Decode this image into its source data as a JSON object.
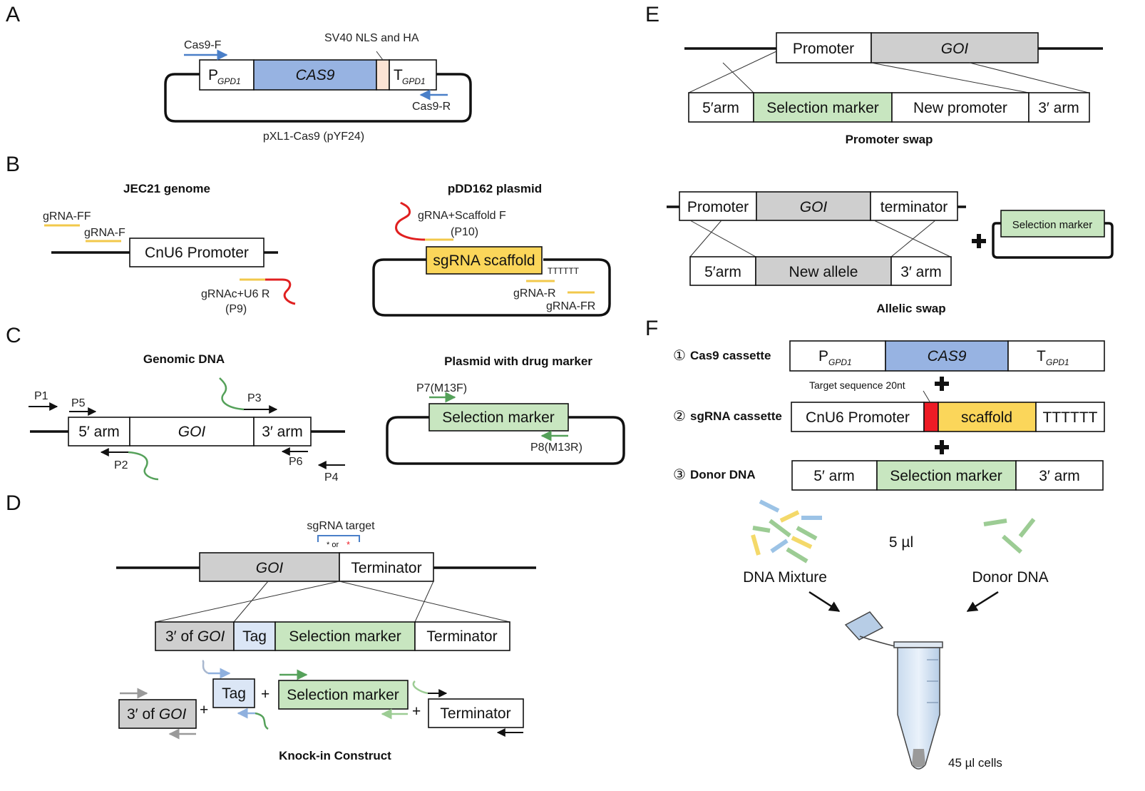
{
  "panels": {
    "a": "A",
    "b": "B",
    "c": "C",
    "d": "D",
    "e": "E",
    "f": "F"
  },
  "panel_a": {
    "cas9_f": "Cas9-F",
    "cas9_r": "Cas9-R",
    "nls_label": "SV40 NLS and HA",
    "promoter": "P",
    "promoter_sub": "GPD1",
    "cas9": "CAS9",
    "terminator": "T",
    "terminator_sub": "GPD1",
    "plasmid": "pXL1-Cas9 (pYF24)"
  },
  "panel_b": {
    "genome_title": "JEC21 genome",
    "plasmid_title": "pDD162 plasmid",
    "grna_ff": "gRNA-FF",
    "grna_f": "gRNA-F",
    "cnu6_promoter": "CnU6 Promoter",
    "grnac_u6r": "gRNAc+U6 R",
    "p9": "(P9)",
    "grna_scaffold_f": "gRNA+Scaffold F",
    "p10": "(P10)",
    "sgrna_scaffold": "sgRNA scaffold",
    "polyt": "TTTTTT",
    "grna_r": "gRNA-R",
    "grna_fr": "gRNA-FR"
  },
  "panel_c": {
    "genomic_title": "Genomic DNA",
    "plasmid_title": "Plasmid with drug marker",
    "p1": "P1",
    "p2": "P2",
    "p3": "P3",
    "p4": "P4",
    "p5": "P5",
    "p6": "P6",
    "arm5": "5′ arm",
    "goi": "GOI",
    "arm3": "3′ arm",
    "p7": "P7(M13F)",
    "selection_marker": "Selection marker",
    "p8": "P8(M13R)"
  },
  "panel_d": {
    "sgrna_target": "sgRNA target",
    "star_text": "* or",
    "star_red": "*",
    "goi": "GOI",
    "terminator": "Terminator",
    "three_prime_of": "3′ of",
    "goi_short": "GOI",
    "tag": "Tag",
    "selection_marker": "Selection marker",
    "plus": "+",
    "title": "Knock-in Construct"
  },
  "panel_e": {
    "promoter": "Promoter",
    "goi": "GOI",
    "arm5": "5′arm",
    "selection_marker": "Selection marker",
    "new_promoter": "New promoter",
    "arm3": "3′ arm",
    "promoter_swap": "Promoter swap",
    "terminator": "terminator",
    "new_allele": "New allele",
    "plasmid_marker": "Selection marker",
    "allelic_swap": "Allelic swap"
  },
  "panel_f": {
    "cassette1_num": "①",
    "cassette1": "Cas9 cassette",
    "promoter": "P",
    "promoter_sub": "GPD1",
    "cas9": "CAS9",
    "terminator": "T",
    "terminator_sub": "GPD1",
    "target_seq": "Target sequence 20nt",
    "cassette2_num": "②",
    "cassette2": "sgRNA cassette",
    "cnu6": "CnU6 Promoter",
    "scaffold": "scaffold",
    "polyt": "TTTTTT",
    "cassette3_num": "③",
    "cassette3": "Donor DNA",
    "arm5": "5′ arm",
    "selection_marker": "Selection marker",
    "arm3": "3′ arm",
    "volume": "5 µl",
    "dna_mixture": "DNA Mixture",
    "donor_dna": "Donor DNA",
    "cells": "45 µl cells"
  },
  "colors": {
    "cas9_blue": "#97b3e2",
    "selection_green": "#c8e6c0",
    "goi_gray": "#cfcfcf",
    "scaffold_yellow": "#fbd65a",
    "tag_blue": "#dbe6f6",
    "target_red": "#ee1c25",
    "primer_blue": "#4a7fc8",
    "primer_yellow": "#f2c84b",
    "primer_green": "#55a15a",
    "grna_red": "#e02020"
  }
}
